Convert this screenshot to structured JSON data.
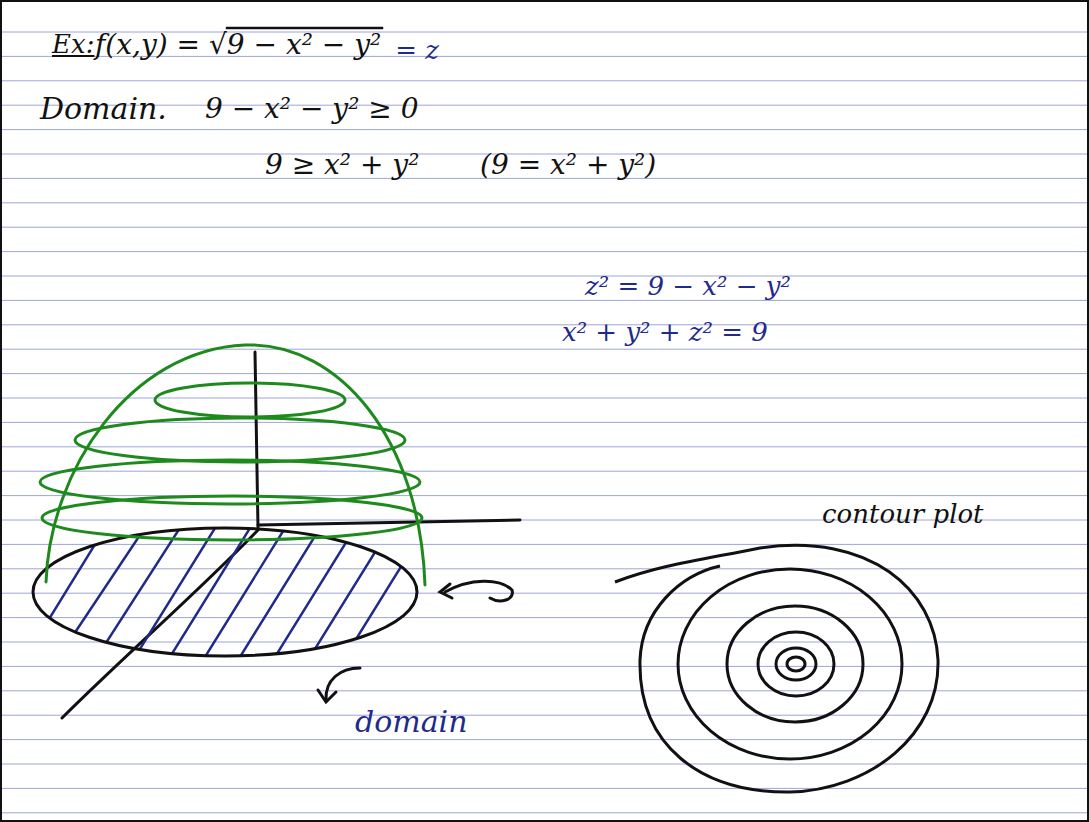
{
  "diagram": {
    "labels": [
      "Ex:",
      "f(x,y) = √9 − x² − y²",
      "= z",
      "Domain.",
      "9 − x² − y² ≥ 0",
      "9 ≥ x² + y²",
      "(9 = x² + y²)",
      "z² = 9 − x² − y²",
      "x² + y² + z² = 9",
      "contour plot",
      "domain"
    ]
  }
}
